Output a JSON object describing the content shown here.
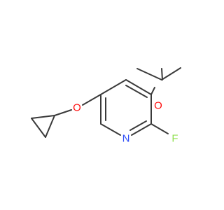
{
  "molecule": {
    "atoms": {
      "oxygen_cyclopropoxy": {
        "label": "O",
        "color": "#ff0d0d"
      },
      "oxygen_isopropoxy": {
        "label": "O",
        "color": "#ff0d0d"
      },
      "nitrogen": {
        "label": "N",
        "color": "#3050f8"
      },
      "fluorine": {
        "label": "F",
        "color": "#90e050"
      }
    },
    "bond_color": "#3a3a3a"
  }
}
